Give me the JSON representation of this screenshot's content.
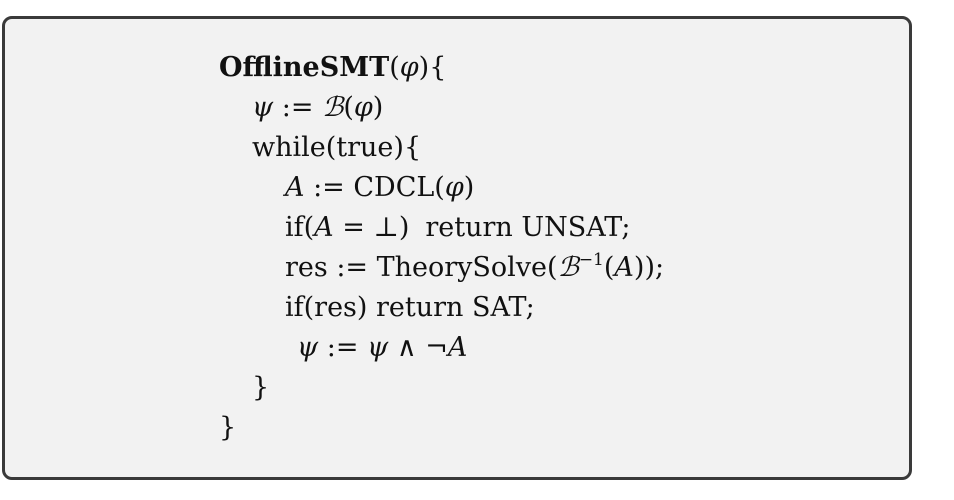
{
  "box": {
    "lines": [
      {
        "func_name": "OfflineSMT",
        "open": "(",
        "arg": "φ",
        "close": "){"
      },
      {
        "lhs": "ψ",
        "assign": " := ",
        "fn": "ℬ",
        "open": "(",
        "arg": "φ",
        "close": ")"
      },
      {
        "text": "while(true){"
      },
      {
        "lhs": "A",
        "assign": " := CDCL(",
        "arg": "φ",
        "close": ")"
      },
      {
        "pre": "if(",
        "var": "A",
        "eq": " = ⊥)",
        "ret": "return UNSAT;"
      },
      {
        "pre": "res := TheorySolve(",
        "fn": "ℬ",
        "sup": "−1",
        "open": "(",
        "var": "A",
        "close": "));"
      },
      {
        "text": "if(res) return SAT;"
      },
      {
        "lhs": "ψ",
        "assign": " := ",
        "v1": "ψ",
        "op": " ∧ ¬",
        "v2": "A"
      },
      {
        "text": "}"
      },
      {
        "text": "}"
      }
    ]
  }
}
